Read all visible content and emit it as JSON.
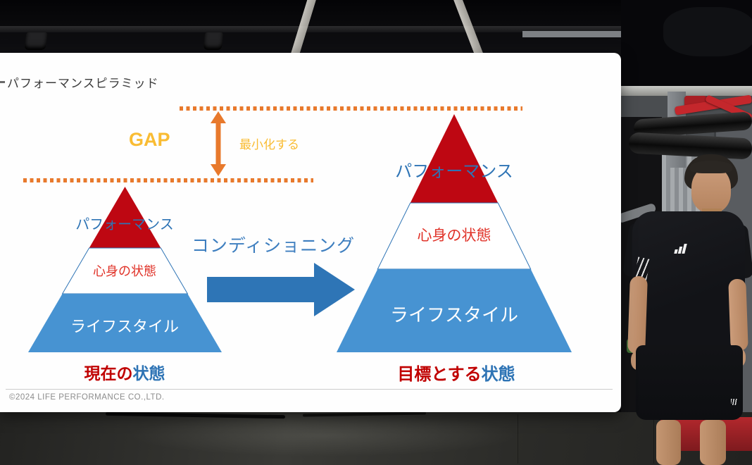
{
  "slide": {
    "title": "パフォーマンスピラミッド",
    "gap": {
      "label": "GAP",
      "note": "最小化する",
      "line_color": "#E8792C",
      "text_color": "#F9BC33"
    },
    "conditioning": {
      "label": "コンディショニング",
      "text_color": "#3D7EBF",
      "arrow_color": "#2E75B6"
    },
    "pyramids": {
      "left": {
        "top": "パフォーマンス",
        "middle": "心身の状態",
        "bottom": "ライフスタイル",
        "caption_red": "現在の",
        "caption_blue": "状態"
      },
      "right": {
        "top": "パフォーマンス",
        "middle": "心身の状態",
        "bottom": "ライフスタイル",
        "caption_red": "目標とする",
        "caption_blue": "状態"
      }
    },
    "colors": {
      "pyramid_red": "#BE0712",
      "pyramid_blue": "#4793D2",
      "pyramid_white": "#FFFFFF",
      "label_blue": "#2E74B5",
      "label_red": "#E03228",
      "caption_red": "#C00000",
      "caption_blue": "#2E74B5",
      "dotted_orange": "#E8792C",
      "gap_yellow": "#F9BC33",
      "arrow_blue": "#2E75B6"
    },
    "footer": "©2024 LIFE PERFORMANCE CO.,LTD."
  }
}
